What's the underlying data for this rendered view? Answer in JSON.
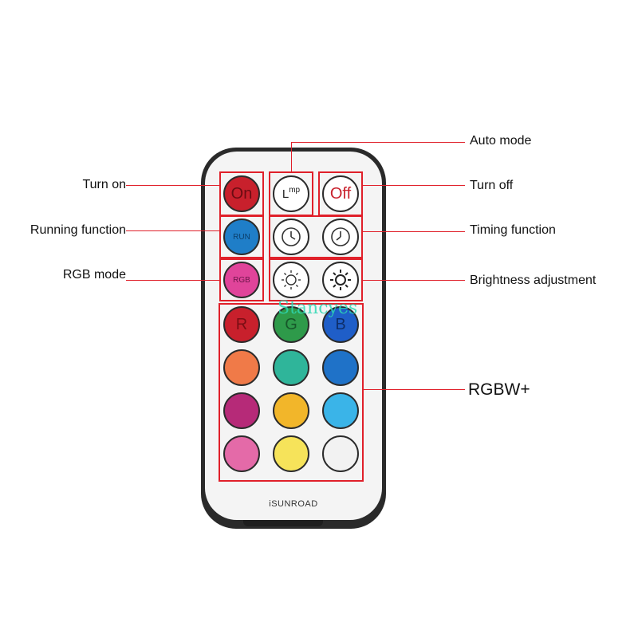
{
  "remote": {
    "brand": "iSUNROAD",
    "watermark": "Stancyes",
    "buttons": {
      "on": {
        "label": "On",
        "color": "#c8202c"
      },
      "mode": {
        "label": "L",
        "sup": "mp"
      },
      "off": {
        "label": "Off"
      },
      "run": {
        "label": "RUN",
        "color": "#1f7ec8"
      },
      "rgb": {
        "label": "RGB",
        "color": "#e0449a"
      },
      "r": {
        "label": "R",
        "color": "#c8202c"
      },
      "g": {
        "label": "G",
        "color": "#2e9a4a"
      },
      "b": {
        "label": "B",
        "color": "#1f5ec8"
      }
    },
    "color_grid": [
      [
        "#f07a48",
        "#2fb59a",
        "#1f72c8"
      ],
      [
        "#b62a78",
        "#f2b62a",
        "#3ab4e8"
      ],
      [
        "#e46aa8",
        "#f6e35a",
        "#f2f2f2"
      ]
    ]
  },
  "callouts": {
    "turn_on": "Turn on",
    "running_function": "Running function",
    "rgb_mode": "RGB mode",
    "auto_mode": "Auto mode",
    "turn_off": "Turn off",
    "timing_function": "Timing function",
    "brightness_adjustment": "Brightness adjustment",
    "rgbw": "RGBW+"
  },
  "colors": {
    "callout_red": "#e0202a"
  }
}
